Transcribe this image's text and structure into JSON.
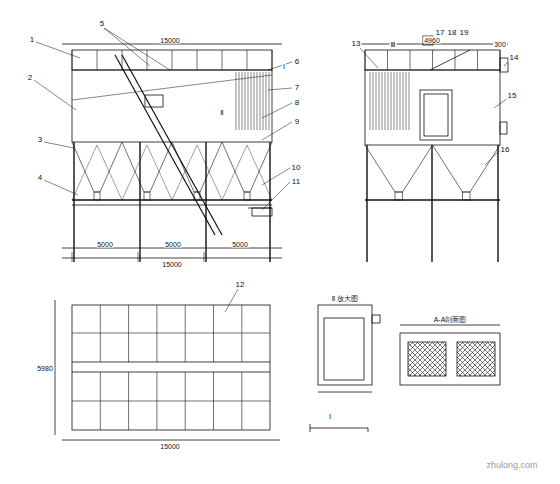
{
  "diagram": {
    "labels": [
      "1",
      "2",
      "3",
      "4",
      "5",
      "6",
      "7",
      "8",
      "9",
      "10",
      "11",
      "12",
      "13",
      "14",
      "15",
      "16",
      "17",
      "18",
      "19",
      "300",
      "15000",
      "4960",
      "5000",
      "5000",
      "5000",
      "15000",
      "15000",
      "5980",
      "Ⅰ",
      "Ⅱ",
      "Ⅲ",
      "Ⅱ 放大图",
      "A-A剖面图",
      "Ⅰ",
      "zhulong.com"
    ]
  }
}
